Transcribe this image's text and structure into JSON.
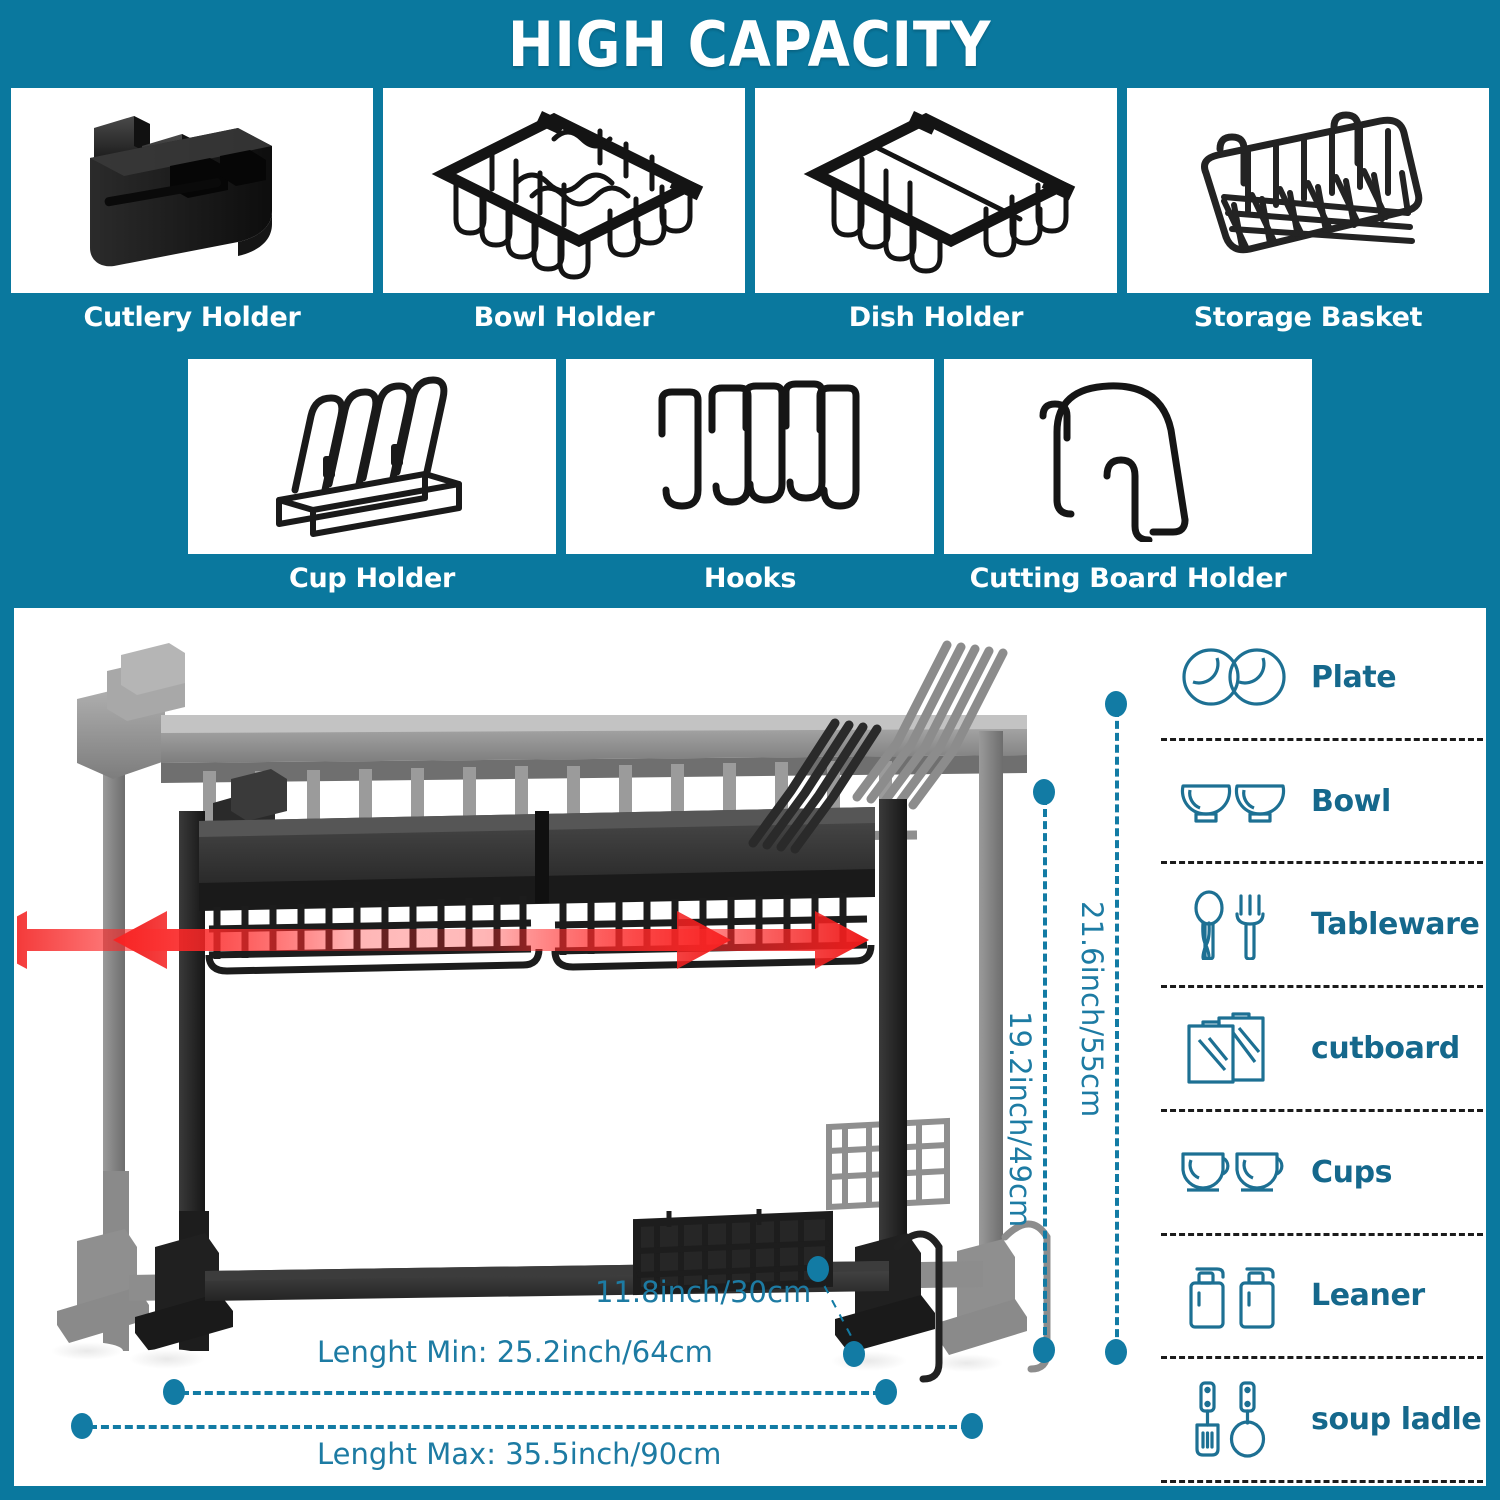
{
  "header": {
    "title": "HIGH CAPACITY"
  },
  "accessories": {
    "row1": [
      {
        "label": "Cutlery Holder",
        "icon": "cutlery-holder-image"
      },
      {
        "label": "Bowl Holder",
        "icon": "bowl-holder-image"
      },
      {
        "label": "Dish Holder",
        "icon": "dish-holder-image"
      },
      {
        "label": "Storage Basket",
        "icon": "storage-basket-image"
      }
    ],
    "row2": [
      {
        "label": "Cup Holder",
        "icon": "cup-holder-image"
      },
      {
        "label": "Hooks",
        "icon": "hooks-image"
      },
      {
        "label": "Cutting Board Holder",
        "icon": "cutting-board-holder-image"
      }
    ]
  },
  "specs": [
    {
      "label": "Plate",
      "icon": "plate-icon"
    },
    {
      "label": "Bowl",
      "icon": "bowl-icon"
    },
    {
      "label": "Tableware",
      "icon": "spoon-fork-icon"
    },
    {
      "label": "cutboard",
      "icon": "cutting-board-icon"
    },
    {
      "label": "Cups",
      "icon": "cup-icon"
    },
    {
      "label": "Leaner",
      "icon": "dispenser-bottle-icon"
    },
    {
      "label": "soup ladle",
      "icon": "spatula-ladle-icon"
    }
  ],
  "dimensions": {
    "height_total": "21.6inch/55cm",
    "height_inner": "19.2inch/49cm",
    "depth": "11.8inch/30cm",
    "length_min": "Lenght Min: 25.2inch/64cm",
    "length_max": "Lenght Max: 35.5inch/90cm"
  },
  "colors": {
    "background": "#0a789e",
    "accent_text": "#15688c",
    "dimension_line": "#127ba4",
    "arrow": "#ee1c25",
    "card": "#ffffff"
  }
}
